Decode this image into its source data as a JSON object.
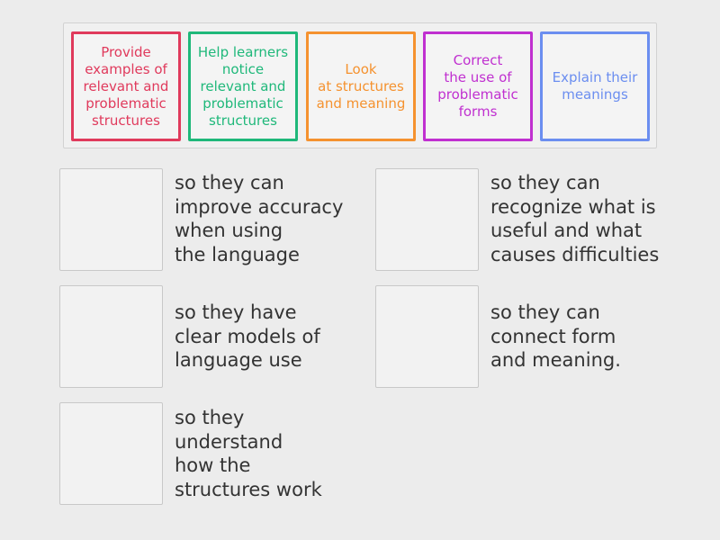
{
  "cards": [
    {
      "label": "Provide\nexamples of\nrelevant and\nproblematic\nstructures",
      "color": "#e03a5c"
    },
    {
      "label": "Help learners\nnotice\nrelevant and\nproblematic\nstructures",
      "color": "#1fb87a"
    },
    {
      "label": "Look\nat structures\nand meaning",
      "color": "#f5922f"
    },
    {
      "label": "Correct\nthe use of\nproblematic\nforms",
      "color": "#c030d0"
    },
    {
      "label": "Explain their\nmeanings",
      "color": "#6b8ef0"
    }
  ],
  "targets": [
    {
      "text": "so they can\nimprove accuracy\nwhen using\nthe language"
    },
    {
      "text": "so they can\nrecognize what is\nuseful and what\ncauses difficulties"
    },
    {
      "text": "so they have\nclear models of\nlanguage use"
    },
    {
      "text": "so they can\nconnect form\nand meaning."
    },
    {
      "text": "so they\nunderstand\nhow the\nstructures work"
    }
  ]
}
